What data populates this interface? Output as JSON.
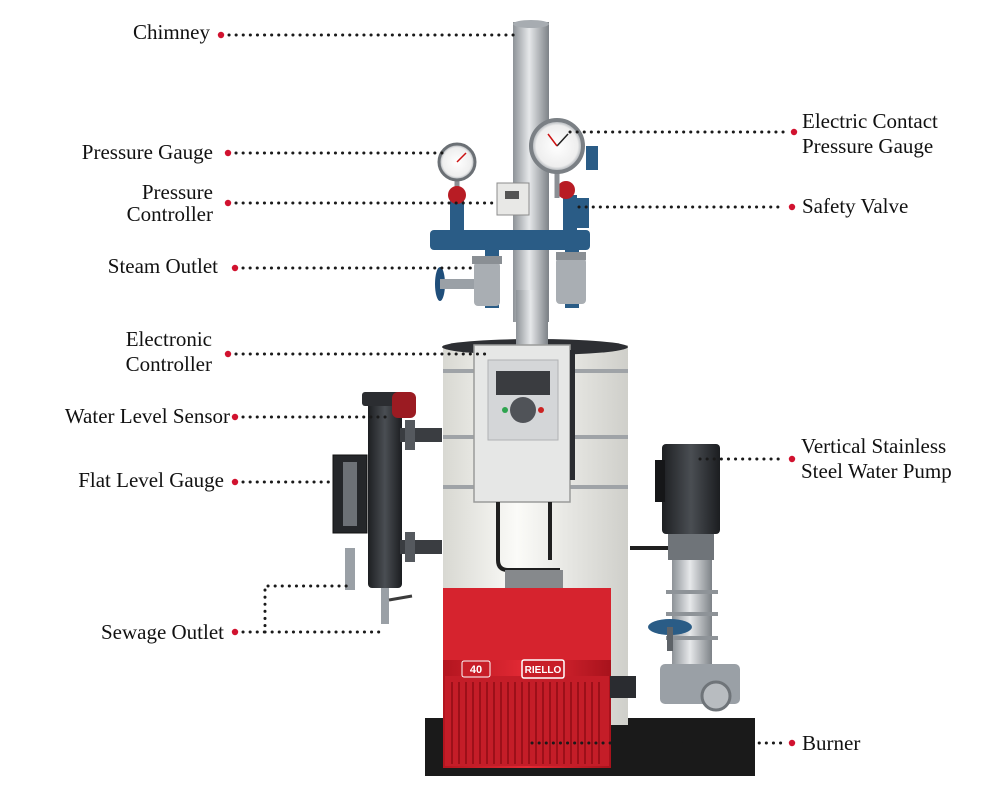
{
  "colors": {
    "leader_dot": "#1a1a1a",
    "marker": "#d1122f",
    "burner_red": "#d9232f",
    "tank_white": "#f2f2ee",
    "pipe_blue": "#2a5c86",
    "steel": "#b9bcc0"
  },
  "labels": {
    "chimney": "Chimney",
    "pressure_gauge": "Pressure Gauge",
    "pressure_controller": [
      "Pressure",
      "Controller"
    ],
    "steam_outlet": "Steam Outlet",
    "electronic_controller": [
      "Electronic",
      "Controller"
    ],
    "water_level_sensor": "Water Level Sensor",
    "flat_level_gauge": "Flat Level Gauge",
    "sewage_outlet": "Sewage Outlet",
    "electric_contact_pressure_gauge": [
      "Electric Contact",
      "Pressure Gauge"
    ],
    "safety_valve": "Safety Valve",
    "vertical_pump": [
      "Vertical Stainless",
      "Steel Water Pump"
    ],
    "burner": "Burner"
  },
  "burner_badges": {
    "model": "40",
    "brand": "RIELLO"
  },
  "icons": [
    "pressure-gauge-icon",
    "valve-handwheel-icon",
    "control-panel-icon",
    "pump-motor-icon"
  ]
}
